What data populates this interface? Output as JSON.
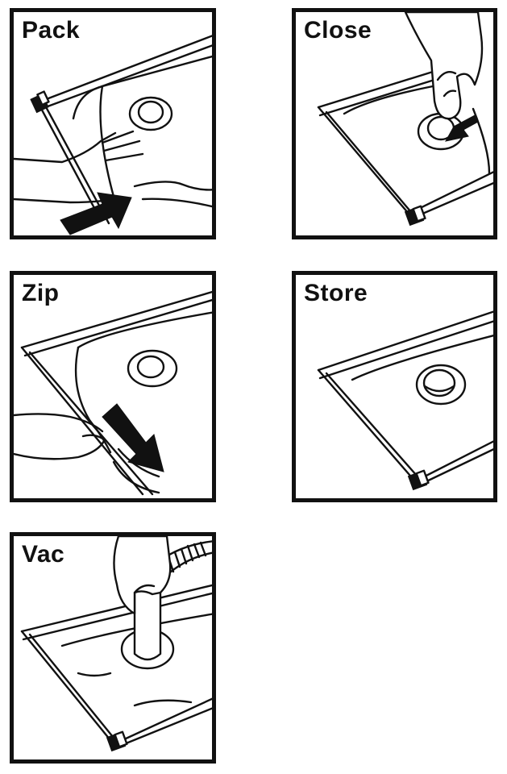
{
  "steps": [
    {
      "label": "Pack",
      "icon": "hand-inserting-item-icon"
    },
    {
      "label": "Close",
      "icon": "hand-pressing-valve-icon"
    },
    {
      "label": "Zip",
      "icon": "hand-sliding-zipper-icon"
    },
    {
      "label": "Store",
      "icon": "sealed-bag-icon"
    },
    {
      "label": "Vac",
      "icon": "vacuum-hose-icon"
    }
  ],
  "colors": {
    "ink": "#111111",
    "paper": "#ffffff"
  }
}
